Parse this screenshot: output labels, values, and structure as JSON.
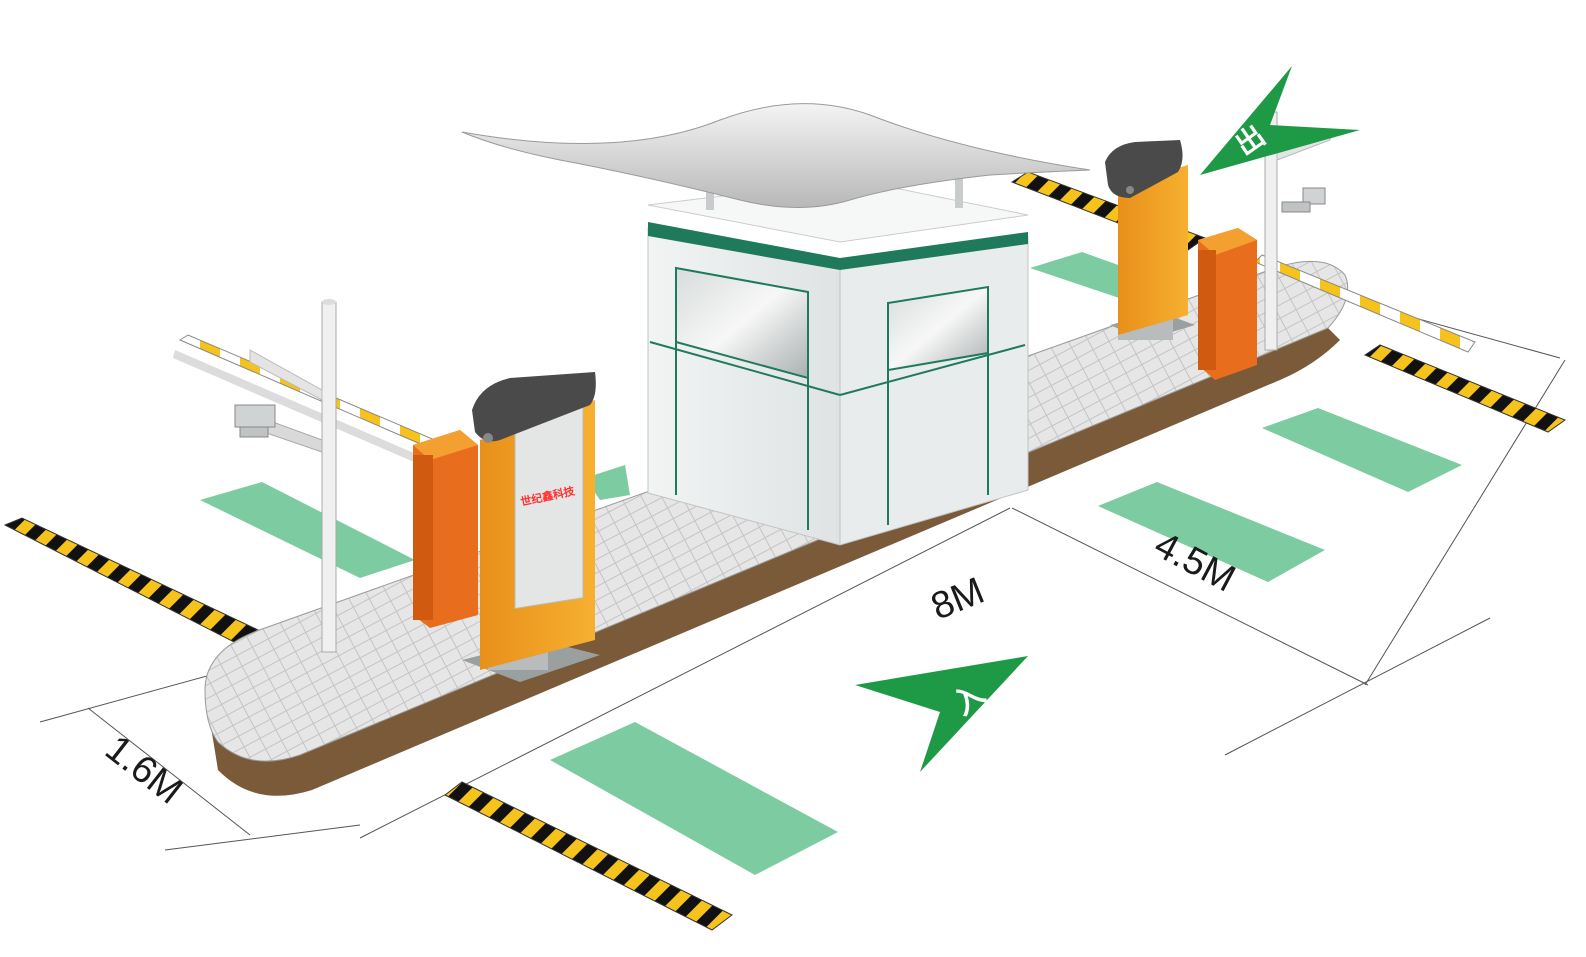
{
  "diagram": {
    "dimensions": {
      "length": "8M",
      "lane_spacing": "4.5M",
      "island_width": "1.6M"
    },
    "direction_signs": {
      "entry": "入",
      "exit": "出"
    },
    "terminal_panel": {
      "brand_text": "世纪鑫科技"
    },
    "colors": {
      "lane_marking": "#7dcba0",
      "sign_green": "#1e9a46",
      "machine_orange": "#f0a020",
      "barrier_stripe": "#f6c21c",
      "speed_bump_black": "#111111",
      "island_border": "#7b5a3a"
    }
  }
}
